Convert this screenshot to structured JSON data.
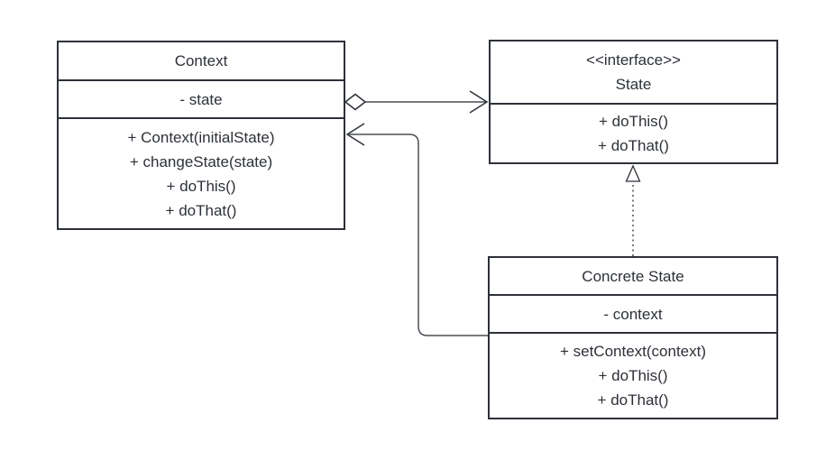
{
  "classes": {
    "context": {
      "name": "Context",
      "attributes": [
        "- state"
      ],
      "methods": [
        "+ Context(initialState)",
        "+ changeState(state)",
        "+ doThis()",
        "+ doThat()"
      ]
    },
    "state": {
      "stereotype": "<<interface>>",
      "name": "State",
      "methods": [
        "+ doThis()",
        "+ doThat()"
      ]
    },
    "concrete_state": {
      "name": "Concrete State",
      "attributes": [
        "- context"
      ],
      "methods": [
        "+ setContext(context)",
        "+ doThis()",
        "+ doThat()"
      ]
    }
  },
  "relationships": [
    {
      "from": "Context",
      "to": "State",
      "type": "aggregation",
      "line": "solid",
      "tail": "hollow-diamond",
      "head": "open-arrow"
    },
    {
      "from": "Concrete State",
      "to": "State",
      "type": "realization",
      "line": "dotted",
      "tail": "none",
      "head": "hollow-triangle"
    },
    {
      "from": "Concrete State",
      "to": "Context",
      "type": "directed-association",
      "line": "solid",
      "tail": "none",
      "head": "open-arrow"
    }
  ],
  "colors": {
    "background": "#ffffff",
    "box_border": "#2d3138",
    "text": "#2d3138",
    "connector": "#4a4e55"
  }
}
